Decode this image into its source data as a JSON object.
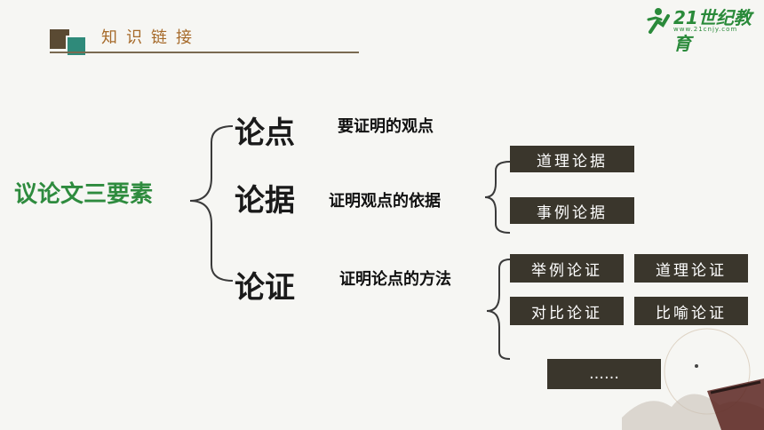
{
  "header": {
    "title": "知识链接"
  },
  "logo": {
    "name": "21世纪教育",
    "sub": "www.21cnjy.com"
  },
  "diagram": {
    "root": "议论文三要素",
    "elements": [
      {
        "label": "论点",
        "desc": "要证明的观点"
      },
      {
        "label": "论据",
        "desc": "证明观点的依据",
        "types": [
          "道理论据",
          "事例论据"
        ]
      },
      {
        "label": "论证",
        "desc": "证明论点的方法",
        "methods": [
          "举例论证",
          "道理论证",
          "对比论证",
          "比喻论证"
        ],
        "more": "……"
      }
    ]
  },
  "colors": {
    "root": "#2e8b3e",
    "box": "#3a362c",
    "header_accent": "#a66a2a"
  }
}
